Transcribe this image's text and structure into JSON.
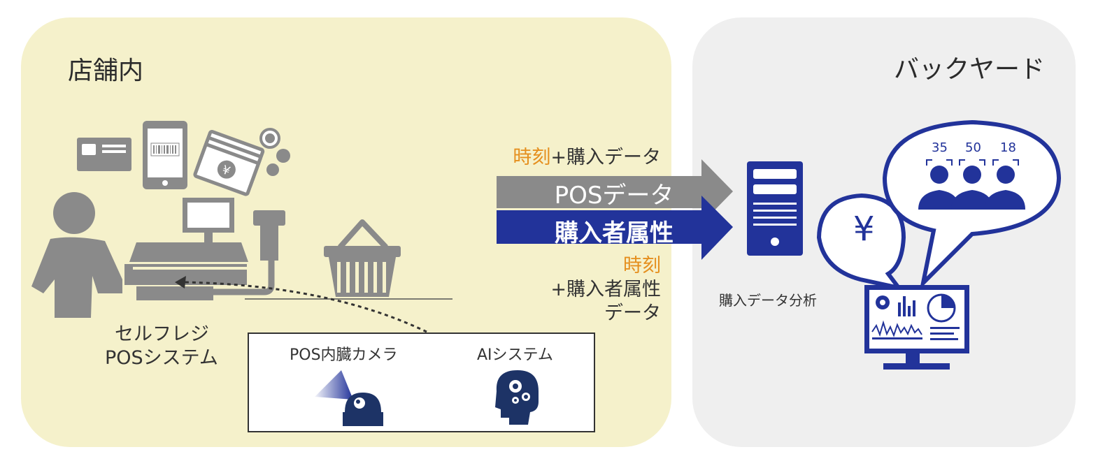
{
  "store": {
    "title": "店舗内"
  },
  "backyard": {
    "title": "バックヤード"
  },
  "pos_system": {
    "label_line1": "セルフレジ",
    "label_line2": "POSシステム"
  },
  "camera_box": {
    "camera_label": "POS内臓カメラ",
    "ai_label": "AIシステム"
  },
  "flow": {
    "time_word": "時刻",
    "purchase_suffix": "+購入データ",
    "pos_data_label": "POSデータ",
    "buyer_attr_label": "購入者属性",
    "attr_suffix": "+購入者属性",
    "attr_line2": "データ"
  },
  "analysis": {
    "label": "購入データ分析"
  },
  "bubble": {
    "currency": "¥",
    "ages": [
      "35",
      "50",
      "18"
    ]
  },
  "colors": {
    "store_bg": "#f5f1cb",
    "backyard_bg": "#efefef",
    "gray": "#8a8a8a",
    "navy": "#22339a",
    "accent_orange": "#e58f1e"
  },
  "icons": [
    "card-icon",
    "smartphone-barcode-icon",
    "cash-icon",
    "coin-icon",
    "person-icon",
    "pos-terminal-icon",
    "barcode-scanner-icon",
    "shopping-basket-icon",
    "camera-icon",
    "ai-brain-icon",
    "server-icon",
    "monitor-dashboard-icon",
    "yen-icon",
    "customer-faces-icon"
  ]
}
